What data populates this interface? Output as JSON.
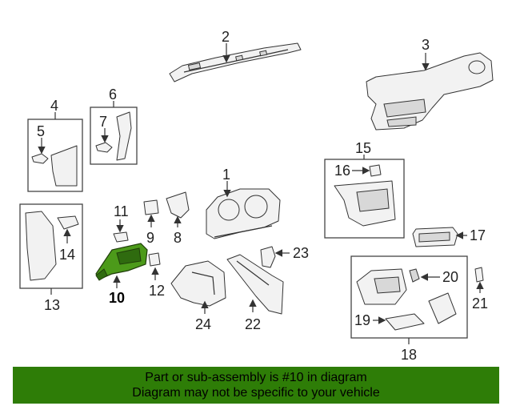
{
  "diagram": {
    "callouts": [
      "1",
      "2",
      "3",
      "4",
      "5",
      "6",
      "7",
      "8",
      "9",
      "10",
      "11",
      "12",
      "13",
      "14",
      "15",
      "16",
      "17",
      "18",
      "19",
      "20",
      "21",
      "22",
      "23",
      "24"
    ],
    "highlighted_part": "10",
    "highlight_color": "#4c9a1a"
  },
  "banner": {
    "line1": "Part or sub-assembly is #10 in diagram",
    "line2": "Diagram may not be specific to your vehicle",
    "background": "#2e7d07"
  }
}
